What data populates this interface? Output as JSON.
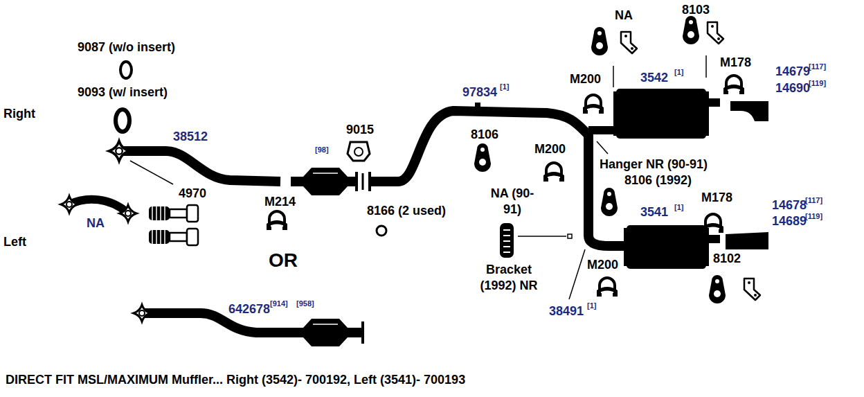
{
  "diagram": {
    "caption": "DIRECT FIT MSL/MAXIMUM Muffler... Right (3542)- 700192, Left (3541)- 700193",
    "labels": [
      "NA",
      "8103",
      "9087 (w/o insert)",
      "M178",
      "M200",
      "3542",
      "[1]",
      "14679",
      "[117]",
      "14690",
      "[119]",
      "9093 (w/ insert)",
      "97834",
      "[1]",
      "Right",
      "9015",
      "38512",
      "8106",
      "M200",
      "[98]",
      "Hanger NR (90-91)",
      "8106 (1992)",
      "4970",
      "NA (90-91)",
      "M214",
      "M178",
      "14678",
      "[117]",
      "3541",
      "[1]",
      "8166 (2 used)",
      "14689",
      "[119]",
      "NA",
      "Left",
      "OR",
      "M200",
      "8102",
      "Bracket (1992) NR",
      "38491",
      "[1]",
      "642678",
      "[914]",
      "[958]"
    ]
  }
}
